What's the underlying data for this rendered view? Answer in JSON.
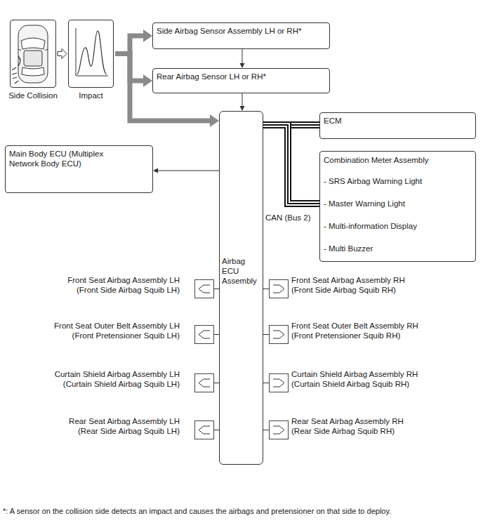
{
  "diagram": {
    "nodes": [
      {
        "text": [
          "Side Collision"
        ]
      },
      {
        "text": [
          "Impact"
        ]
      },
      {
        "text": [
          "Side Airbag Sensor Assembly LH or RH*"
        ]
      },
      {
        "text": [
          "Rear Airbag Sensor LH or RH*"
        ]
      },
      {
        "text": [
          "Airbag ECU Assembly"
        ]
      },
      {
        "text": [
          "ECM"
        ]
      },
      {
        "text": [
          "Main Body ECU (Multiplex Network Body ECU)"
        ]
      },
      {
        "text": [
          "Combination Meter Assembly",
          "- SRS Airbag Warning Light",
          "- Master Warning Light",
          "- Multi-information Display",
          "- Multi Buzzer"
        ]
      },
      {
        "text": [
          "Front Seat Airbag Assembly LH",
          "(Front Side Airbag Squib LH)"
        ]
      },
      {
        "text": [
          "Front Seat Airbag Assembly RH",
          "(Front Side Airbag Squib RH)"
        ]
      },
      {
        "text": [
          "Front Seat Outer Belt Assembly LH",
          "(Front Pretensioner Squib LH)"
        ]
      },
      {
        "text": [
          "Front Seat Outer Belt Assembly RH",
          "(Front Pretensioner Squib RH)"
        ]
      },
      {
        "text": [
          "Curtain Shield Airbag Assembly LH",
          "(Curtain Shield Airbag Squib LH)"
        ]
      },
      {
        "text": [
          "Curtain Shield Airbag Assembly RH",
          "(Curtain Shield Airbag Squib RH)"
        ]
      },
      {
        "text": [
          "Rear Seat Airbag Assembly LH",
          "(Rear Side Airbag Squib LH)"
        ]
      },
      {
        "text": [
          "Rear Seat Airbag Assembly RH",
          "(Rear Side Airbag Squib RH)"
        ]
      }
    ],
    "edges": [
      {
        "from": 0,
        "to": 1,
        "arrow": "to"
      },
      {
        "from": 1,
        "to": 2,
        "arrow": "to"
      },
      {
        "from": 1,
        "to": 3,
        "arrow": "to"
      },
      {
        "from": 1,
        "to": 4,
        "arrow": "to"
      },
      {
        "from": 2,
        "to": 3,
        "arrow": "to"
      },
      {
        "from": 3,
        "to": 4,
        "arrow": "to"
      },
      {
        "from": 4,
        "to": 5,
        "arrow": "none"
      },
      {
        "from": 4,
        "to": 7,
        "label": "CAN (Bus 2)",
        "arrow": "none"
      },
      {
        "from": 4,
        "to": 6,
        "arrow": "to"
      },
      {
        "from": 4,
        "to": 8,
        "arrow": "none"
      },
      {
        "from": 4,
        "to": 9,
        "arrow": "none"
      },
      {
        "from": 4,
        "to": 10,
        "arrow": "none"
      },
      {
        "from": 4,
        "to": 11,
        "arrow": "none"
      },
      {
        "from": 4,
        "to": 12,
        "arrow": "none"
      },
      {
        "from": 4,
        "to": 13,
        "arrow": "none"
      },
      {
        "from": 4,
        "to": 14,
        "arrow": "none"
      },
      {
        "from": 4,
        "to": 15,
        "arrow": "none"
      }
    ],
    "labels": [
      "*: A sensor on the collision side detects an impact and causes the airbags and pretensioner on that side to deploy."
    ]
  }
}
